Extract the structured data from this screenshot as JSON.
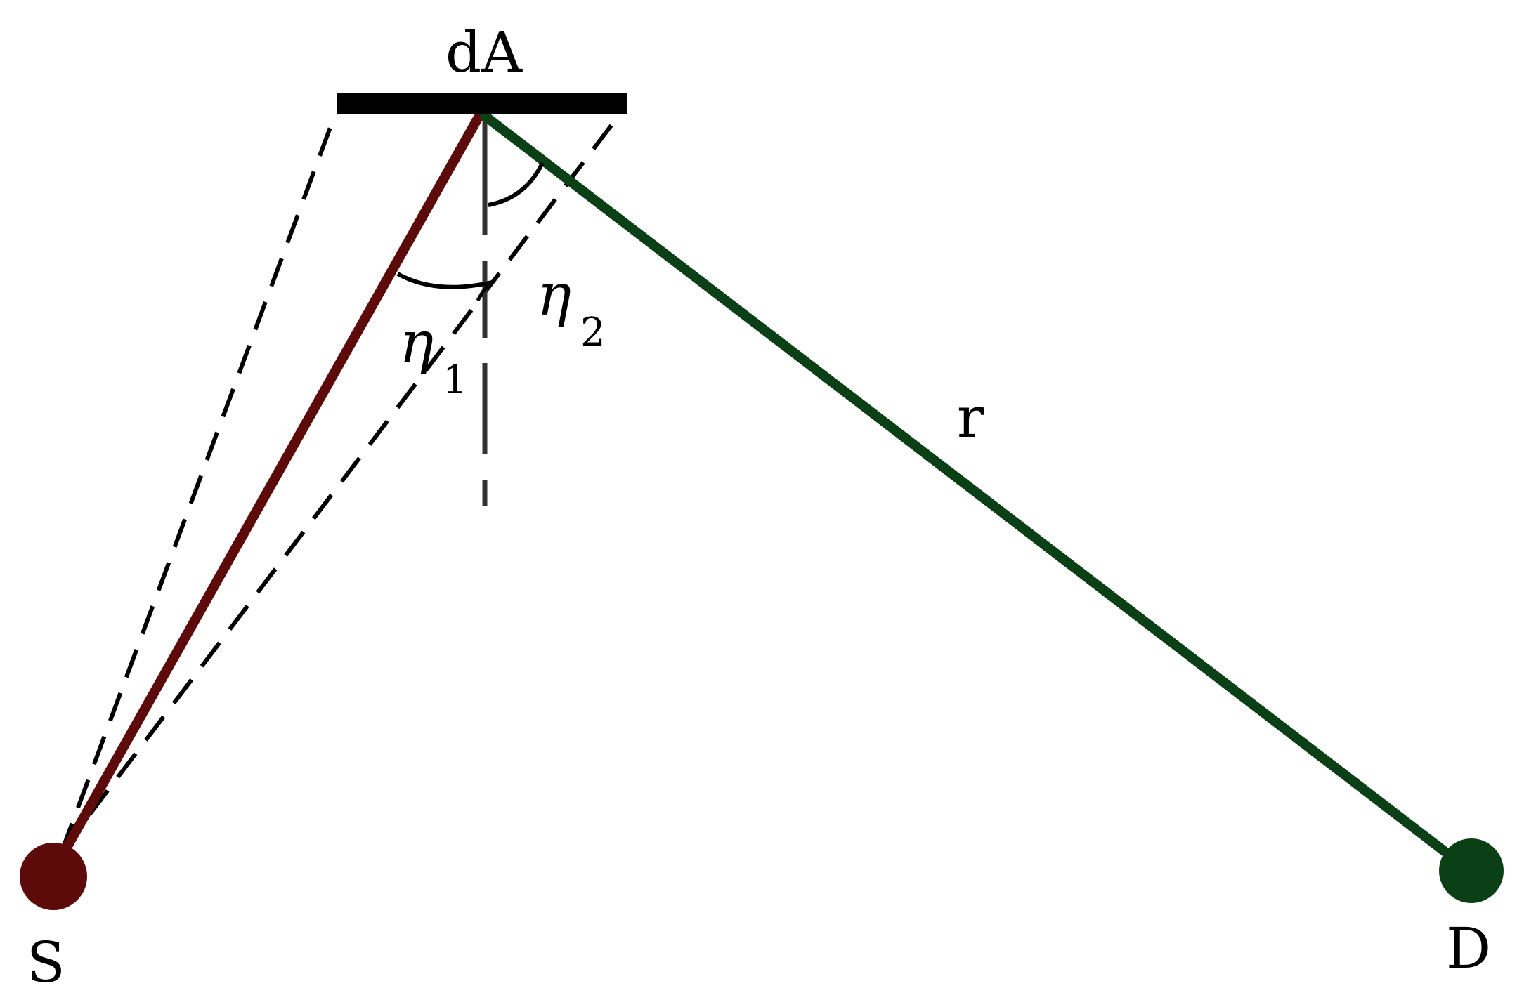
{
  "labels": {
    "surface": "dA",
    "source": "S",
    "detector": "D",
    "distance": "r",
    "eta1_symbol": "η",
    "eta1_subscript": "1",
    "eta2_symbol": "η",
    "eta2_subscript": "2"
  },
  "colors": {
    "source": "#5c0a0a",
    "detector": "#0b4016",
    "surface": "#000000",
    "guides": "#000000",
    "normal": "#333333"
  }
}
